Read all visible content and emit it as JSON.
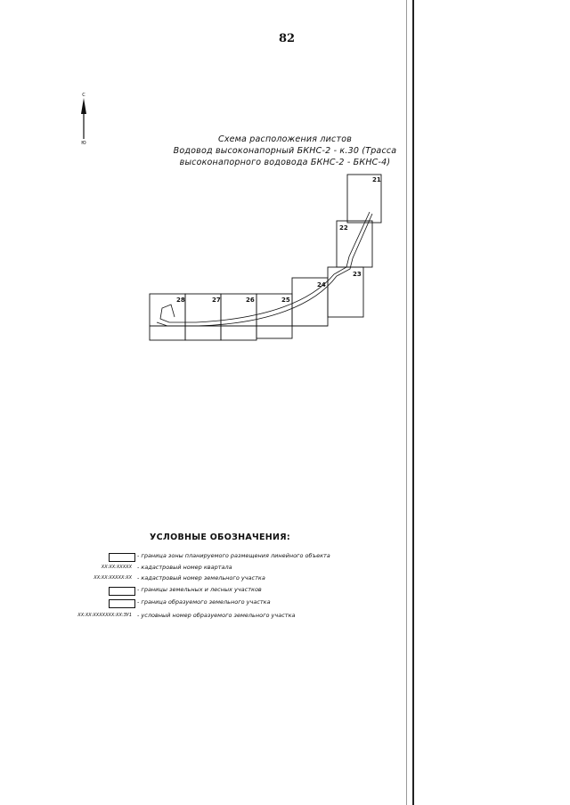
{
  "page_number": "82",
  "north_label": "С",
  "south_label": "Ю",
  "title": {
    "line1": "Схема расположения листов",
    "line2": "Водовод высоконапорный БКНС-2 - к.30 (Трасса",
    "line3": "высоконапорного водовода БКНС-2 - БКНС-4)"
  },
  "sheets": [
    {
      "id": "s21",
      "label": "21"
    },
    {
      "id": "s22",
      "label": "22"
    },
    {
      "id": "s23",
      "label": "23"
    },
    {
      "id": "s24",
      "label": "24"
    },
    {
      "id": "s25",
      "label": "25"
    },
    {
      "id": "s26",
      "label": "26"
    },
    {
      "id": "s27",
      "label": "27"
    },
    {
      "id": "s28",
      "label": "28"
    }
  ],
  "legend": {
    "title": "УСЛОВНЫЕ ОБОЗНАЧЕНИЯ:",
    "items": [
      {
        "swatch": "box",
        "swatch_text": "",
        "label": "- граница зоны планируемого размещения линейного объекта"
      },
      {
        "swatch": "text",
        "swatch_text": "ХХ:ХХ:ХХХХХ",
        "label": "- кадастровый номер квартала"
      },
      {
        "swatch": "text",
        "swatch_text": "ХХ:ХХ:ХХХХХ:ХХ",
        "label": "- кадастровый номер земельного участка"
      },
      {
        "swatch": "box",
        "swatch_text": "",
        "label": "- границы земельных и лесных участков"
      },
      {
        "swatch": "box-thick",
        "swatch_text": "",
        "label": "- граница образуемого земельного участка"
      },
      {
        "swatch": "text",
        "swatch_text": "ХХ:ХХ:ХХХХХХХ:ХХ:ЗУ1",
        "label": "- условный номер образуемого земельного участка"
      }
    ]
  }
}
